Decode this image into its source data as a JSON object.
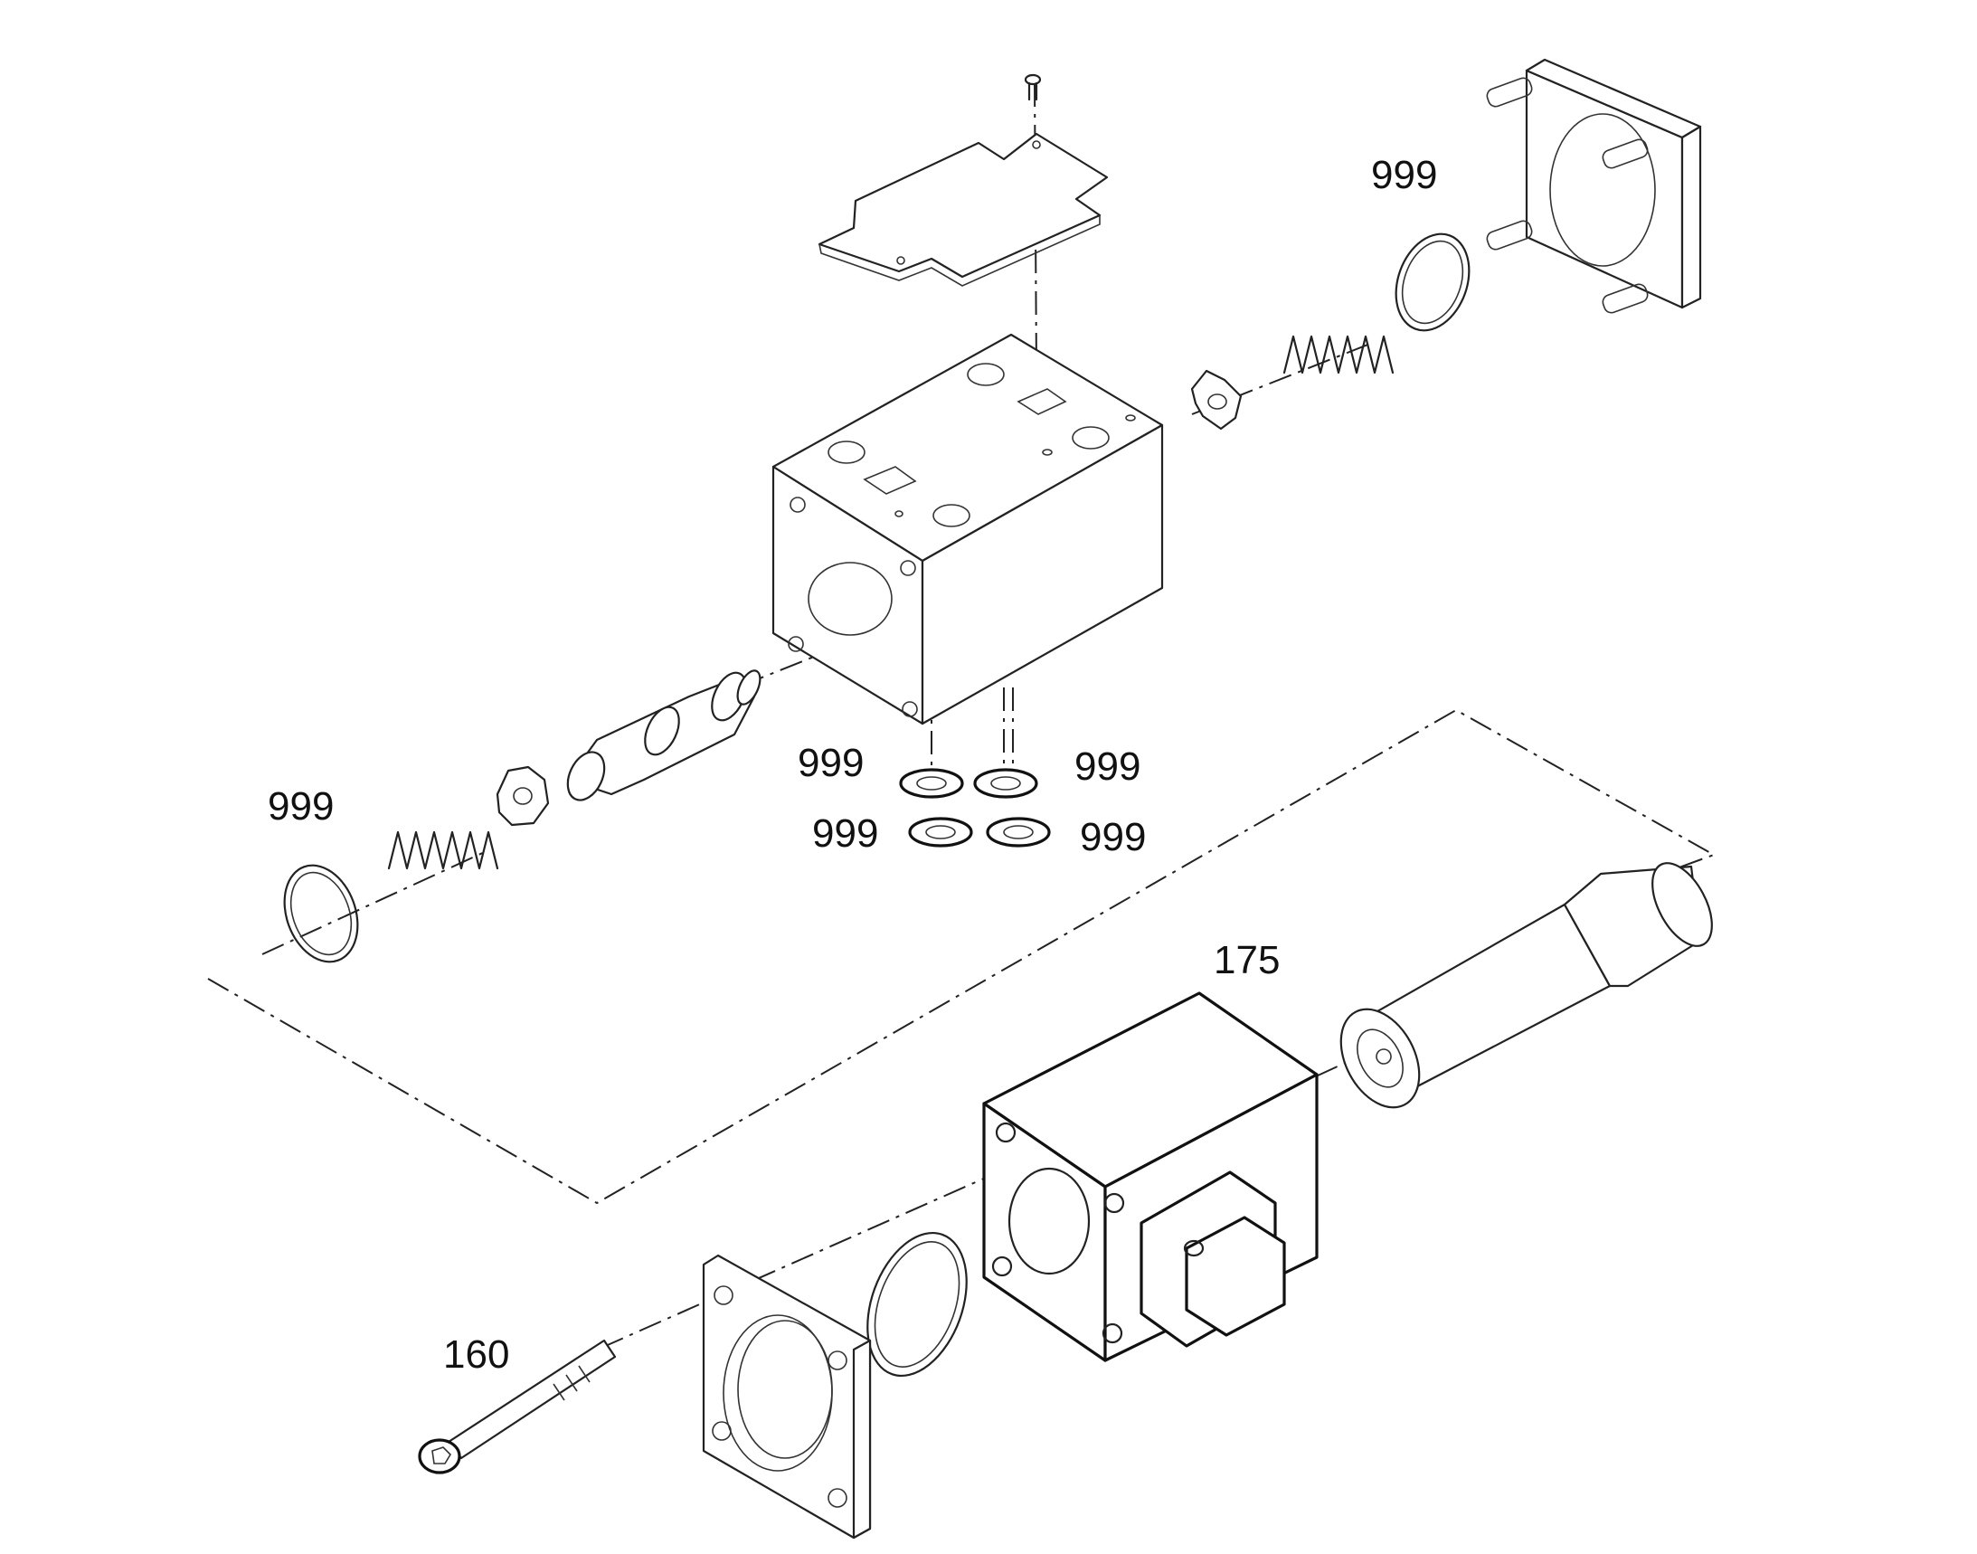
{
  "callouts": {
    "c999_oring_right": "999",
    "c999_oring_left": "999",
    "c999_washer_tl": "999",
    "c999_washer_tr": "999",
    "c999_washer_bl": "999",
    "c999_washer_br": "999",
    "c175": "175",
    "c160": "160"
  },
  "colors": {
    "line": "#222222",
    "background": "#ffffff"
  }
}
